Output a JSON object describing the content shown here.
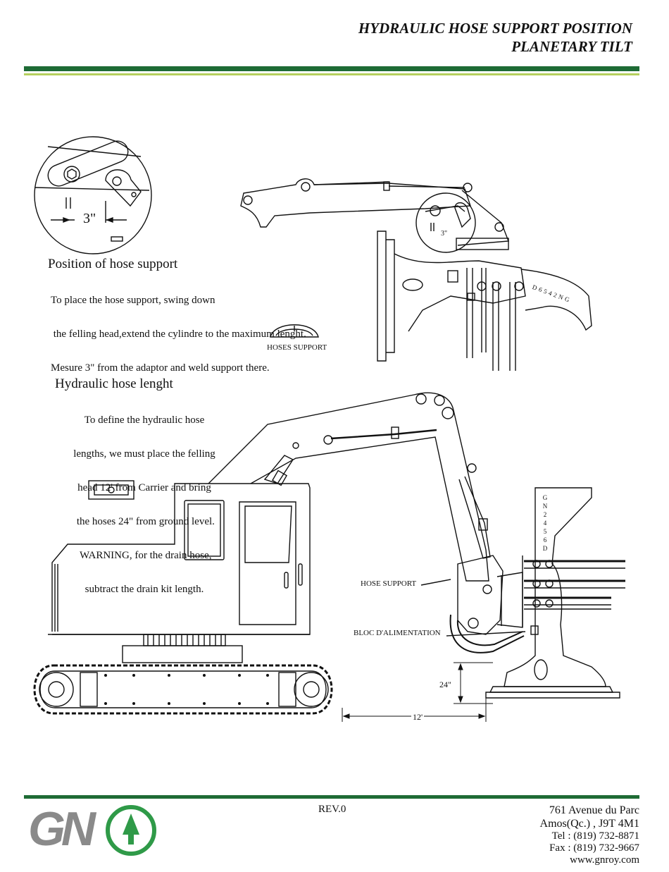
{
  "header": {
    "title_line1": "HYDRAULIC HOSE SUPPORT POSITION",
    "title_line2": "PLANETARY TILT"
  },
  "section1": {
    "heading": "Position of hose support",
    "lines": [
      "To place the hose support, swing down",
      " the felling head,extend the cylindre to the maximum lenght.",
      "Mesure 3\" from the adaptor and weld support there."
    ],
    "detail_dim": "3\"",
    "small_dim": "3\"",
    "part_label": "HOSES SUPPORT",
    "head_letters": [
      "G",
      "N",
      "2",
      "4",
      "5",
      "6",
      "D"
    ]
  },
  "section2": {
    "heading": "Hydraulic hose lenght",
    "lines": [
      "To define the hydraulic hose",
      "lengths, we must place the felling",
      "head 12' from Carrier and bring",
      " the hoses 24\" from ground level.",
      " WARNING, for the drain hose,",
      "subtract the drain kit length."
    ],
    "hose_support_label": "HOSE SUPPORT",
    "bloc_label": "BLOC D'ALIMENTATION",
    "height_dim": "24\"",
    "distance_dim": "12'"
  },
  "footer": {
    "rev": "REV.0",
    "address_lines": [
      "761 Avenue du Parc",
      "Amos(Qc.) , J9T 4M1",
      "Tel : (819) 732-8871",
      "Fax : (819) 732-9667",
      "www.gnroy.com"
    ],
    "logo_text": "GN"
  },
  "colors": {
    "green_dark": "#1e6b35",
    "green_light": "#b6cf5e",
    "logo_grey": "#8a8a8a",
    "logo_green": "#2f9a48"
  }
}
